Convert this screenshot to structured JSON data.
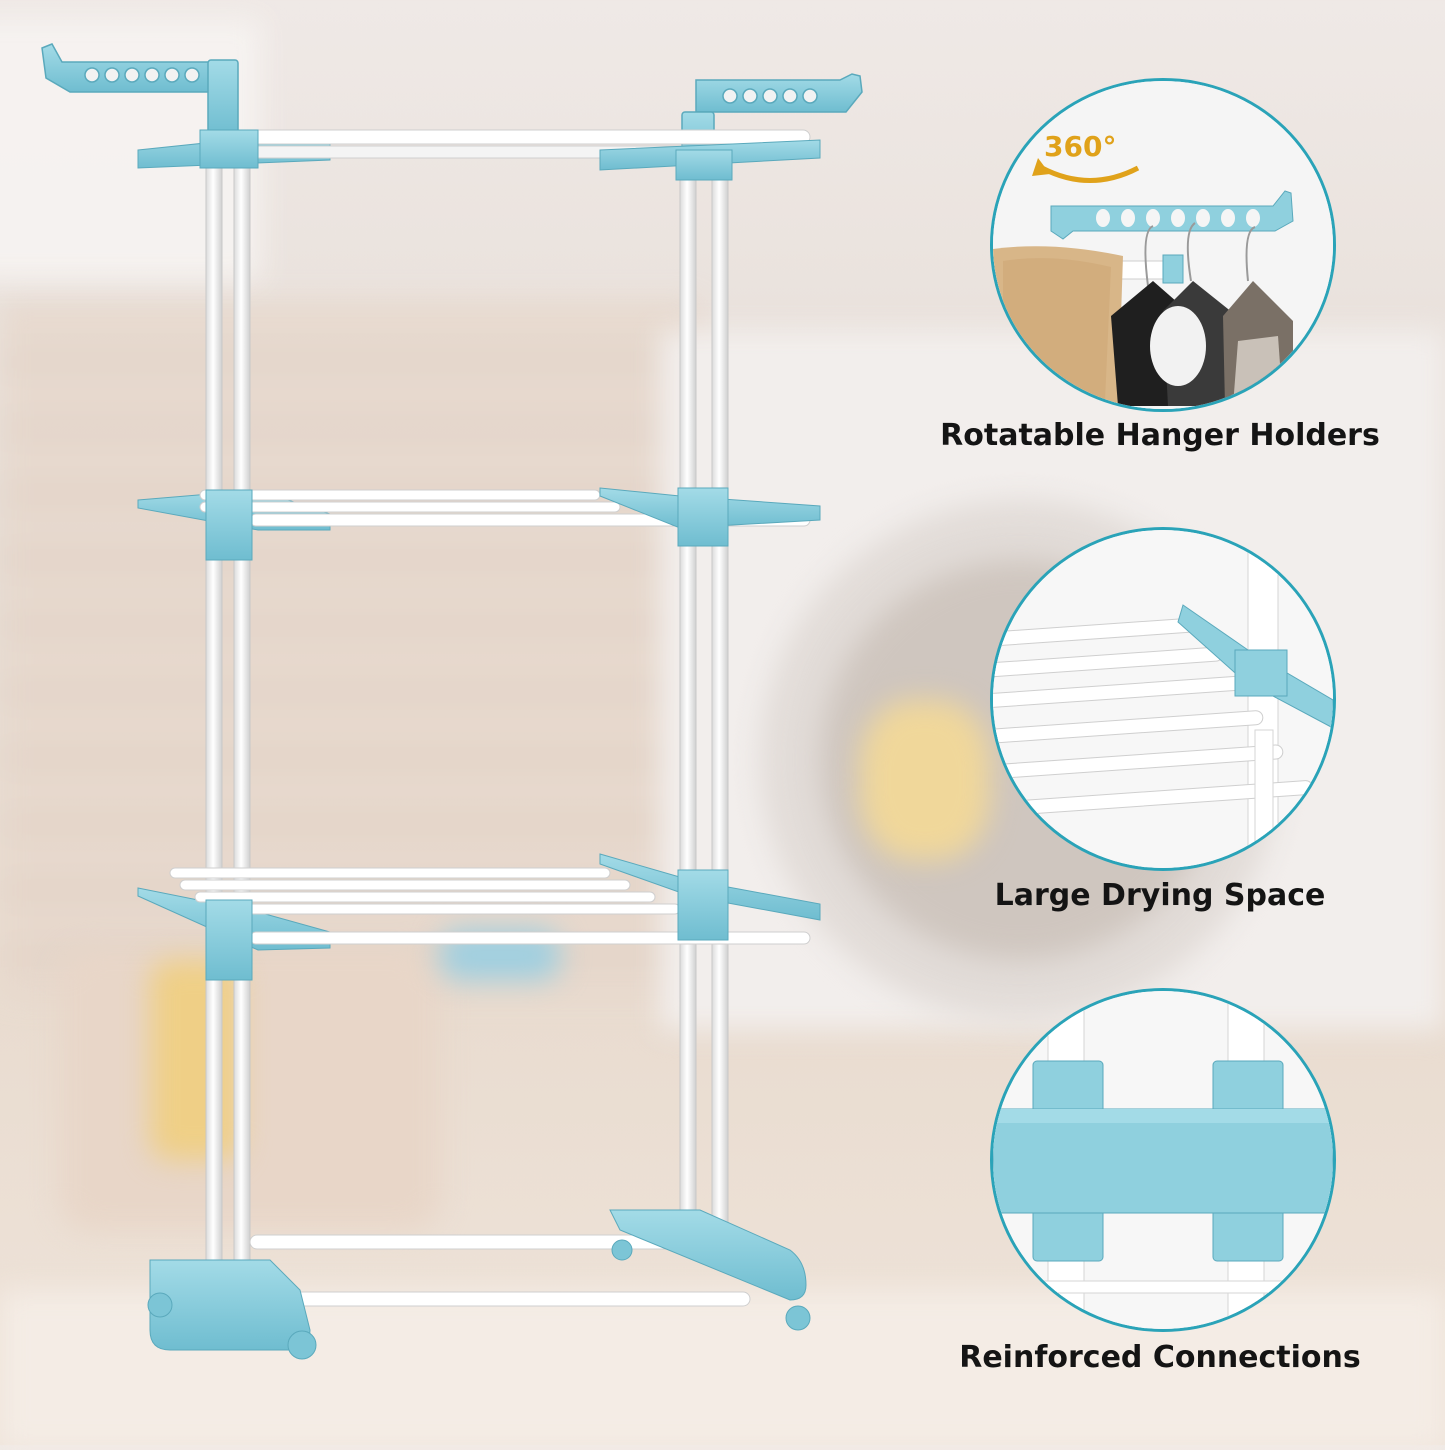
{
  "features": [
    {
      "label": "Rotatable Hanger Holders",
      "badge": "360°"
    },
    {
      "label": "Large Drying Space"
    },
    {
      "label": "Reinforced Connections"
    }
  ],
  "colors": {
    "accent": "#8fd0de",
    "accent_dark": "#5fb4c6",
    "rail": "#ffffff",
    "circle_border": "#2aa3b8",
    "badge": "#e0a21a",
    "text": "#141414"
  }
}
